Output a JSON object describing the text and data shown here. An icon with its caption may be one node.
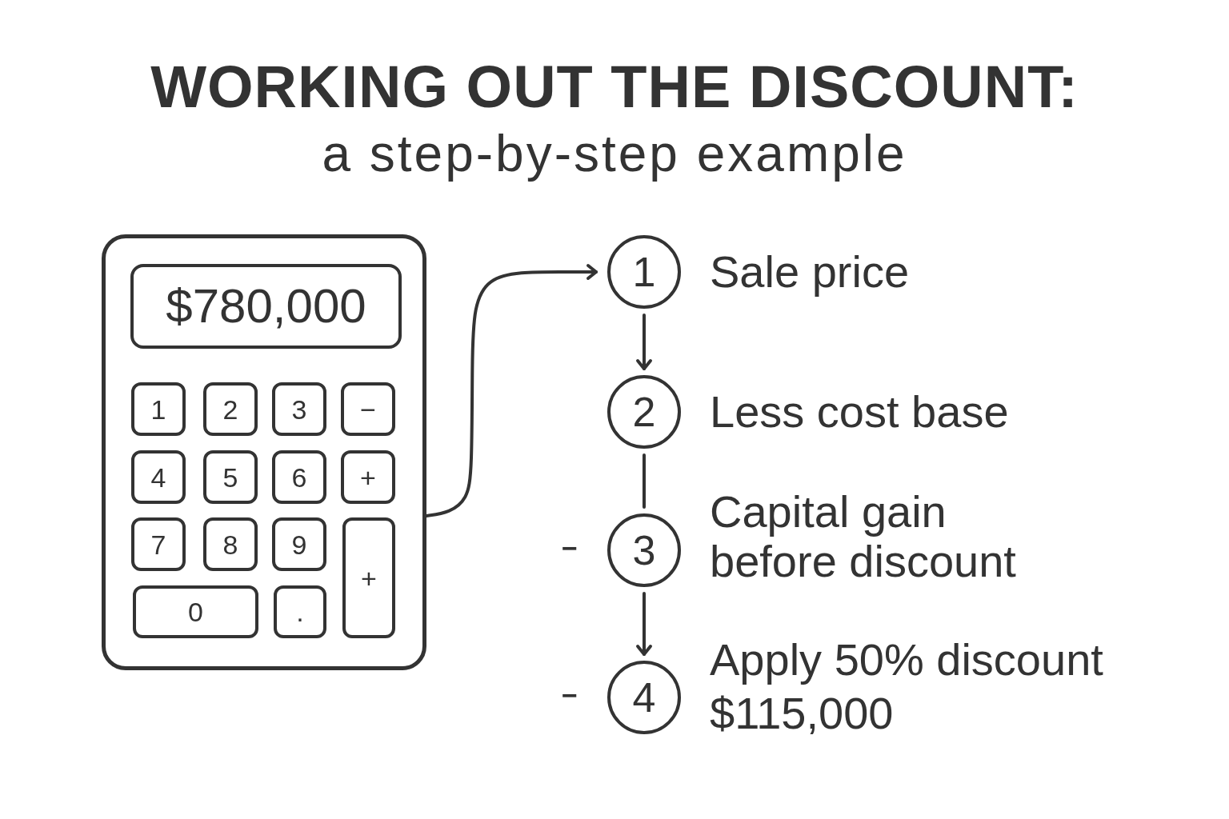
{
  "diagram": {
    "title": "WORKING OUT THE DISCOUNT:",
    "nodes": [
      {
        "text": [],
        "shape": "box"
      },
      {
        "text": [
          "$780,000"
        ],
        "in": 0
      },
      {
        "text": [
          "1"
        ],
        "in": 0
      },
      {
        "text": [
          "2"
        ],
        "in": 0
      },
      {
        "text": [
          "3"
        ],
        "in": 0
      },
      {
        "text": [
          "−"
        ],
        "in": 0
      },
      {
        "text": [
          "4"
        ],
        "in": 0
      },
      {
        "text": [
          "5"
        ],
        "in": 0
      },
      {
        "text": [
          "6"
        ],
        "in": 0
      },
      {
        "text": [
          "+"
        ],
        "in": 0
      },
      {
        "text": [
          "7"
        ],
        "in": 0
      },
      {
        "text": [
          "8"
        ],
        "in": 0
      },
      {
        "text": [
          "9"
        ],
        "in": 0
      },
      {
        "text": [
          "+"
        ],
        "in": 0
      },
      {
        "text": [
          "0"
        ],
        "in": 0
      },
      {
        "text": [
          "."
        ],
        "in": 0
      },
      {
        "text": [
          "1"
        ],
        "beside": [
          "Sale price"
        ]
      },
      {
        "text": [
          "2"
        ],
        "beside": [
          "Less cost base"
        ]
      },
      {
        "text": [
          "3"
        ],
        "beside": [
          "Capital gain before discount"
        ]
      },
      {
        "text": [
          "4"
        ],
        "beside": [
          "Apply 50% discount",
          "$115,000"
        ]
      }
    ],
    "edges": [
      {
        "from": 0,
        "to": 16,
        "arrow": "to"
      },
      {
        "from": 16,
        "to": 17,
        "arrow": "to"
      },
      {
        "from": 17,
        "to": 18,
        "arrow": "none"
      },
      {
        "from": 18,
        "to": 19,
        "arrow": "to"
      }
    ],
    "labels": [
      "a step-by-step example",
      "−",
      "−"
    ]
  }
}
